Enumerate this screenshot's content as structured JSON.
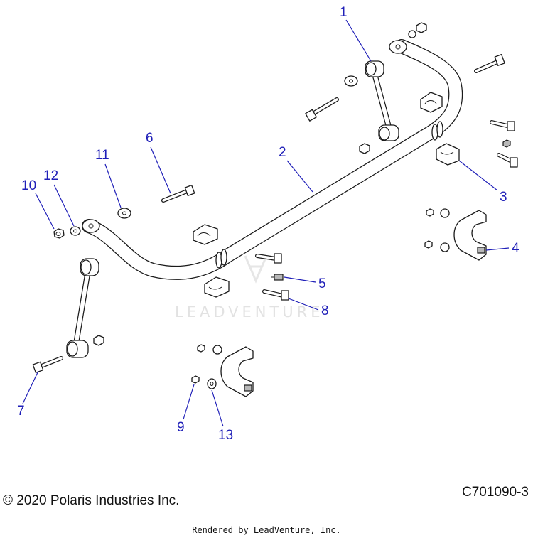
{
  "diagram": {
    "callouts": [
      {
        "id": "1",
        "label": "1"
      },
      {
        "id": "2",
        "label": "2"
      },
      {
        "id": "3",
        "label": "3"
      },
      {
        "id": "4",
        "label": "4"
      },
      {
        "id": "5",
        "label": "5"
      },
      {
        "id": "6",
        "label": "6"
      },
      {
        "id": "7",
        "label": "7"
      },
      {
        "id": "8",
        "label": "8"
      },
      {
        "id": "9",
        "label": "9"
      },
      {
        "id": "10",
        "label": "10"
      },
      {
        "id": "11",
        "label": "11"
      },
      {
        "id": "12",
        "label": "12"
      },
      {
        "id": "13",
        "label": "13"
      }
    ],
    "callout_color": "#1f1fb8",
    "watermark": "LEADVENTURE"
  },
  "footer": {
    "copyright": "© 2020 Polaris Industries Inc.",
    "figure_id": "C701090-3",
    "rendered_by": "Rendered by LeadVenture, Inc."
  }
}
